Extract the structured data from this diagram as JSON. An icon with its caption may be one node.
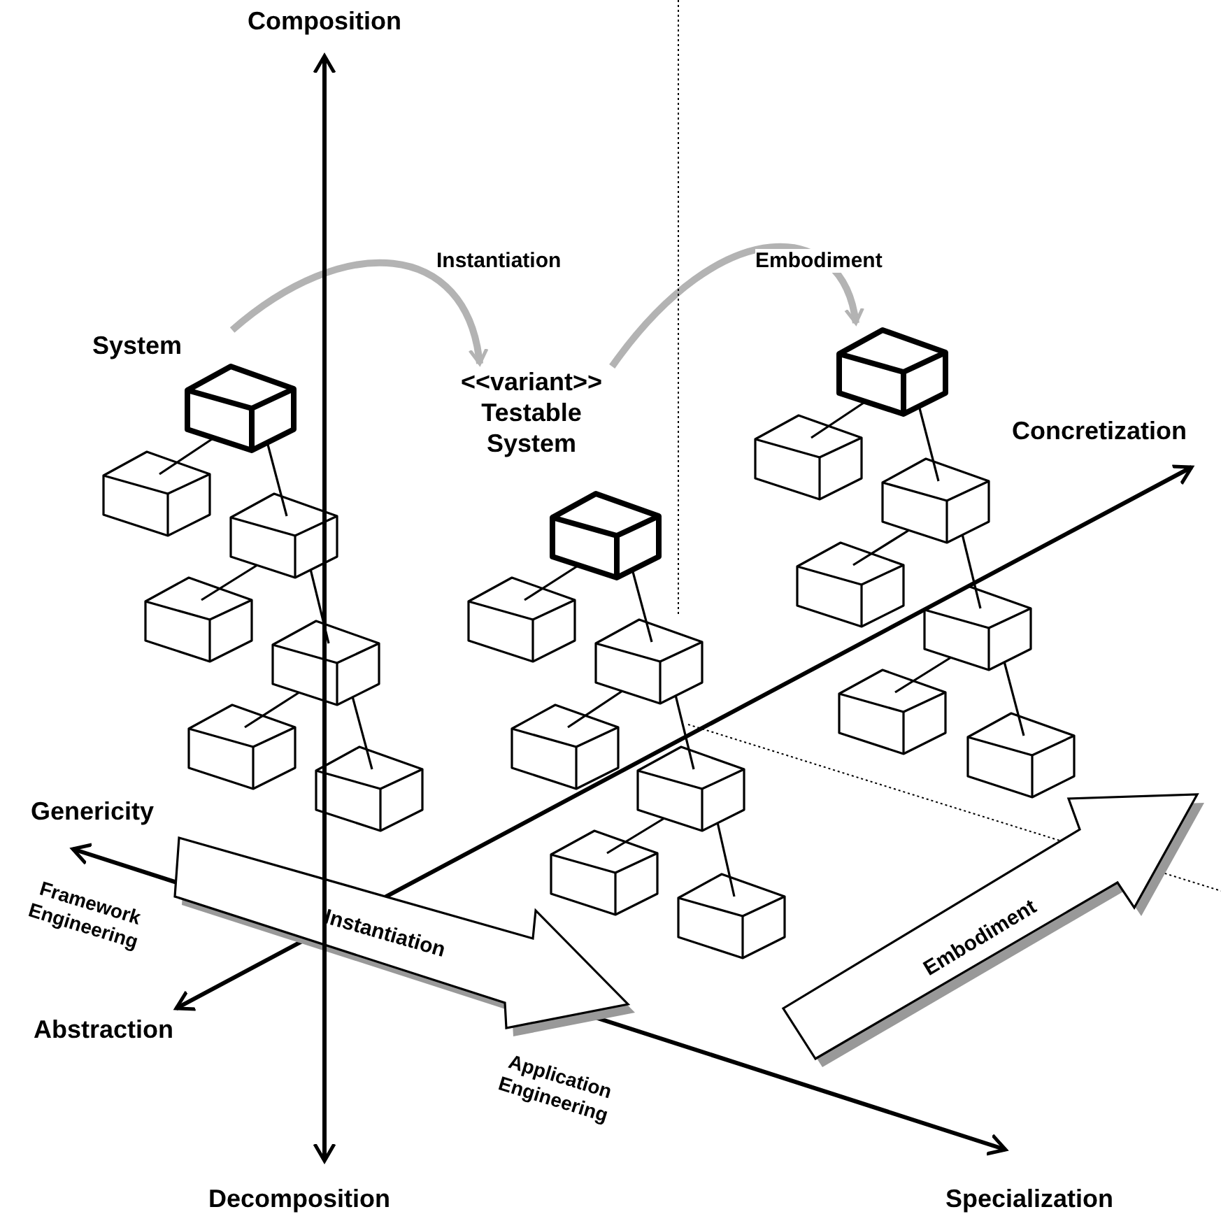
{
  "diagram": {
    "nodes": [
      {
        "text": [
          "System"
        ]
      },
      {
        "text": [],
        "shape": "box"
      },
      {
        "text": [],
        "shape": "box"
      },
      {
        "text": [],
        "shape": "box"
      },
      {
        "text": [],
        "shape": "box"
      },
      {
        "text": [],
        "shape": "box"
      },
      {
        "text": [],
        "shape": "box"
      },
      {
        "text": [
          "<<variant>>",
          "Testable System"
        ]
      },
      {
        "text": [],
        "shape": "box"
      },
      {
        "text": [],
        "shape": "box"
      },
      {
        "text": [],
        "shape": "box"
      },
      {
        "text": [],
        "shape": "box"
      },
      {
        "text": [],
        "shape": "box"
      },
      {
        "text": [],
        "shape": "box"
      },
      {
        "text": [],
        "shape": "box"
      },
      {
        "text": [],
        "shape": "box"
      },
      {
        "text": [],
        "shape": "box"
      },
      {
        "text": [],
        "shape": "box"
      },
      {
        "text": [],
        "shape": "box"
      },
      {
        "text": [],
        "shape": "box"
      },
      {
        "text": [],
        "shape": "box"
      }
    ],
    "edges": [
      {
        "from": 0,
        "to": 1,
        "arrow": "none"
      },
      {
        "from": 0,
        "to": 2,
        "arrow": "none"
      },
      {
        "from": 2,
        "to": 3,
        "arrow": "none"
      },
      {
        "from": 2,
        "to": 4,
        "arrow": "none"
      },
      {
        "from": 4,
        "to": 5,
        "arrow": "none"
      },
      {
        "from": 4,
        "to": 6,
        "arrow": "none"
      },
      {
        "from": 7,
        "to": 8,
        "arrow": "none"
      },
      {
        "from": 7,
        "to": 9,
        "arrow": "none"
      },
      {
        "from": 9,
        "to": 10,
        "arrow": "none"
      },
      {
        "from": 9,
        "to": 11,
        "arrow": "none"
      },
      {
        "from": 11,
        "to": 12,
        "arrow": "none"
      },
      {
        "from": 11,
        "to": 13,
        "arrow": "none"
      },
      {
        "from": 14,
        "to": 15,
        "arrow": "none"
      },
      {
        "from": 14,
        "to": 16,
        "arrow": "none"
      },
      {
        "from": 16,
        "to": 17,
        "arrow": "none"
      },
      {
        "from": 16,
        "to": 18,
        "arrow": "none"
      },
      {
        "from": 18,
        "to": 19,
        "arrow": "none"
      },
      {
        "from": 18,
        "to": 20,
        "arrow": "none"
      },
      {
        "from": 0,
        "to": 7,
        "arrow": "to",
        "label": "Instantiation",
        "style": "thick",
        "color": "#b3b3b3"
      },
      {
        "from": 7,
        "to": 14,
        "arrow": "to",
        "label": "Embodiment",
        "style": "thick",
        "color": "#b3b3b3"
      }
    ],
    "labels": [
      "Composition",
      "Concretization",
      "Genericity",
      "Framework Engineering",
      "Instantiation",
      "Abstraction",
      "Embodiment",
      "Application Engineering",
      "Decomposition",
      "Specialization"
    ]
  }
}
